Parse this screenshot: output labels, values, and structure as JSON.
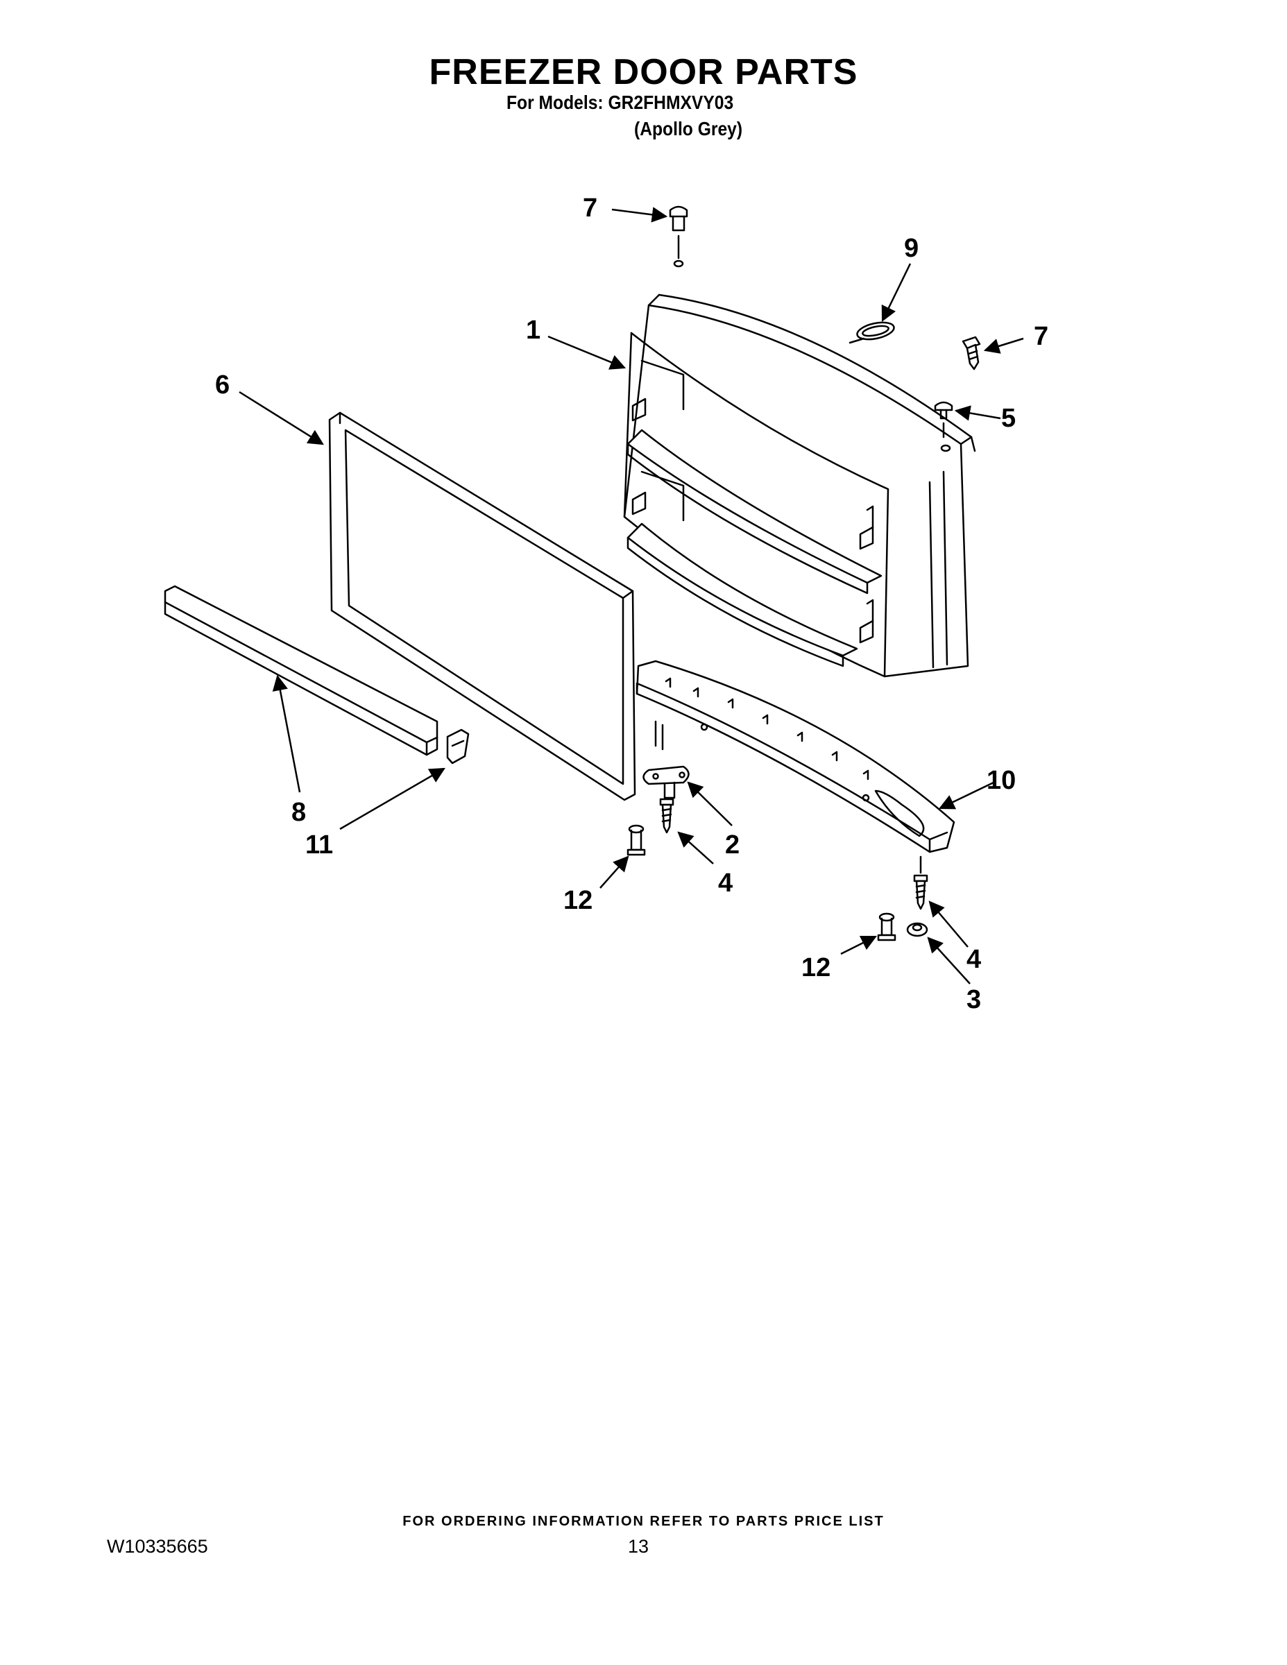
{
  "header": {
    "title": "FREEZER DOOR PARTS",
    "models_line": "For Models: GR2FHMXVY03",
    "color_line": "(Apollo Grey)"
  },
  "callouts": {
    "c7a": "7",
    "c9": "9",
    "c1": "1",
    "c7b": "7",
    "c5": "5",
    "c6": "6",
    "c8": "8",
    "c11": "11",
    "c2": "2",
    "c4a": "4",
    "c12a": "12",
    "c10": "10",
    "c4b": "4",
    "c3": "3",
    "c12b": "12"
  },
  "footer": {
    "ordering_note": "FOR ORDERING INFORMATION REFER TO PARTS PRICE LIST",
    "document_number": "W10335665",
    "page_number": "13"
  },
  "colors": {
    "ink": "#000000",
    "paper": "#ffffff"
  }
}
